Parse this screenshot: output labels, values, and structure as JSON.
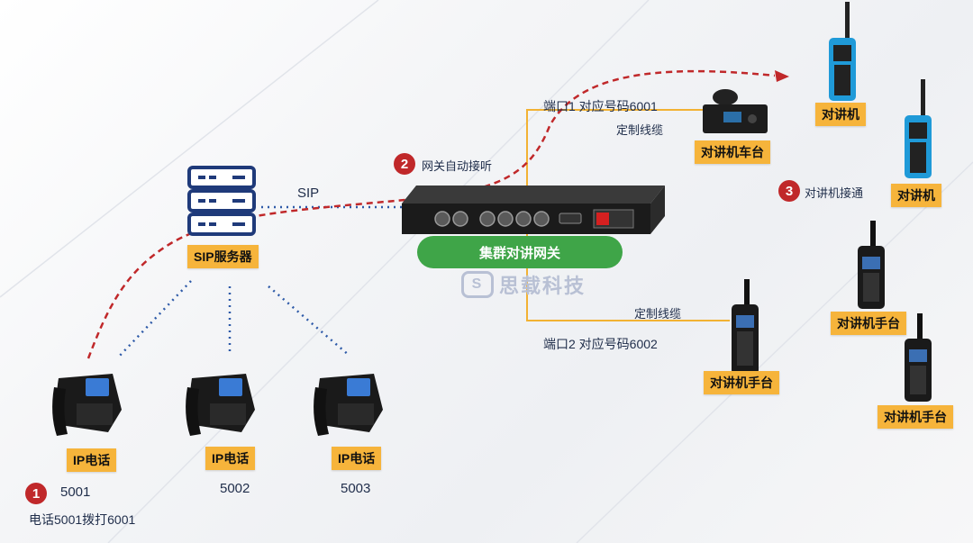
{
  "server": {
    "label": "SIP服务器"
  },
  "sip_link": {
    "label": "SIP"
  },
  "gateway": {
    "label": "集群对讲网关"
  },
  "watermark": {
    "glyph": "S",
    "text": "思载科技"
  },
  "phones": [
    {
      "label": "IP电话",
      "number": "5001"
    },
    {
      "label": "IP电话",
      "number": "5002"
    },
    {
      "label": "IP电话",
      "number": "5003"
    }
  ],
  "steps": [
    {
      "num": "1",
      "text": "电话5001拨打6001"
    },
    {
      "num": "2",
      "text": "网关自动接听"
    },
    {
      "num": "3",
      "text": "对讲机接通"
    }
  ],
  "ports": {
    "port1": "端口1 对应号码6001",
    "port2": "端口2 对应号码6002",
    "cable1": "定制线缆",
    "cable2": "定制线缆"
  },
  "radios": {
    "car_station": "对讲机车台",
    "handheld_port2": "对讲机手台",
    "radio1": "对讲机",
    "radio2": "对讲机",
    "handheld1": "对讲机手台",
    "handheld2": "对讲机手台"
  },
  "colors": {
    "orange_label": "#f6b43b",
    "green_gateway": "#3fa548",
    "red_path": "#c0282a",
    "blue_dotted": "#2e5aa8",
    "orange_line": "#f2b233"
  }
}
